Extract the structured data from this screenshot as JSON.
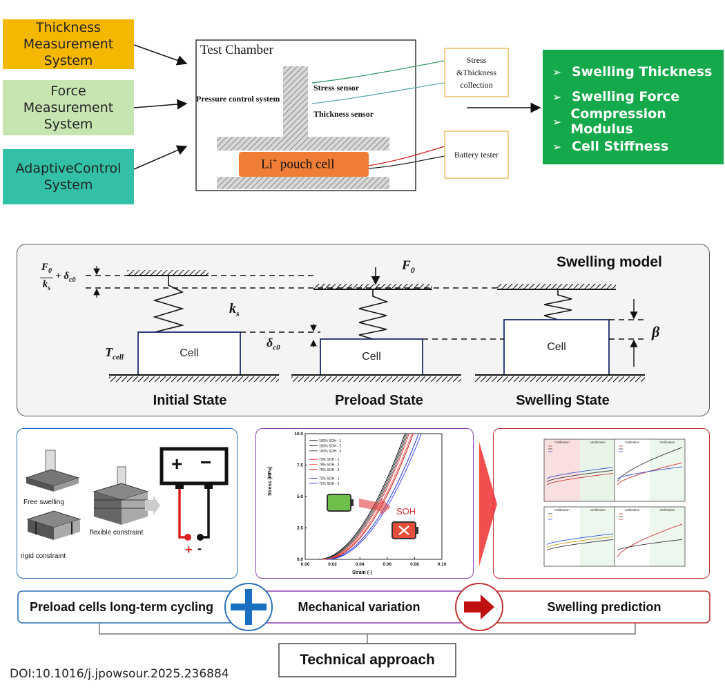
{
  "systems": [
    {
      "id": "thickness",
      "label": "Thickness\nMeasurement\nSystem",
      "color": "#f5b800"
    },
    {
      "id": "force",
      "label": "Force\nMeasurement\nSystem",
      "color": "#c7e5b0"
    },
    {
      "id": "adaptive",
      "label": "AdaptiveControl\nSystem",
      "color": "#32c1a7"
    }
  ],
  "chamber": {
    "title": "Test Chamber",
    "pressure_label": "Pressure control system",
    "stress_sensor": "Stress sensor",
    "thickness_sensor": "Thickness sensor",
    "cell_label": "Li",
    "cell_sup": "+",
    "cell_suffix": " pouch cell"
  },
  "collection_box": "Stress\n&Thickness\ncollection",
  "battery_tester": "Battery tester",
  "results": {
    "bg": "#14a94a",
    "items": [
      "Swelling Thickness",
      "Swelling Force",
      "Compression Modulus",
      "Cell Stiffness"
    ]
  },
  "swelling_model": {
    "title": "Swelling model",
    "f0_over_ks": "F",
    "f0_sub": "0",
    "ks_den": "k",
    "ks_sub": "s",
    "plus_delta": "+ δ",
    "delta_sub": "c0",
    "k_label": "k",
    "k_sub": "s",
    "t_label": "T",
    "t_sub": "cell",
    "delta_label": "δ",
    "delta_label_sub": "c0",
    "beta": "β",
    "f0_label": "F",
    "f0_label_sub": "0",
    "cell": "Cell",
    "states": [
      "Initial State",
      "Preload State",
      "Swelling State"
    ]
  },
  "fixture": {
    "free": "Free swelling",
    "flexible": "flexible constraint",
    "rigid": "rigid constraint",
    "plus": "+",
    "minus": "-",
    "battery_plus": "+",
    "battery_minus": "−"
  },
  "chart_data": {
    "type": "line",
    "xlabel": "Strain (-)",
    "ylabel": "Stress (MPa)",
    "xlim": [
      0.0,
      0.1
    ],
    "ylim": [
      0.0,
      10.0
    ],
    "xticks": [
      "0.00",
      "0.02",
      "0.04",
      "0.06",
      "0.08",
      "0.10"
    ],
    "yticks": [
      "0.0",
      "2.5",
      "5.0",
      "7.5",
      "10.0"
    ],
    "legend": [
      "100% SOH - 1",
      "100% SOH - 2",
      "100% SOH - 3",
      "79% SOH - 1",
      "79% SOH - 2",
      "79% SOH - 3",
      "72% SOH - 1",
      "72% SOH - 2"
    ],
    "soh_label": "SOH",
    "series": [
      {
        "name": "100% SOH - 1",
        "color": "#000000",
        "x0": 0.01,
        "x1": 0.073
      },
      {
        "name": "100% SOH - 2",
        "color": "#333333",
        "x0": 0.011,
        "x1": 0.074
      },
      {
        "name": "100% SOH - 3",
        "color": "#555555",
        "x0": 0.012,
        "x1": 0.075
      },
      {
        "name": "79% SOH - 1",
        "color": "#e53030",
        "x0": 0.013,
        "x1": 0.076
      },
      {
        "name": "79% SOH - 2",
        "color": "#ff6060",
        "x0": 0.014,
        "x1": 0.078
      },
      {
        "name": "79% SOH - 3",
        "color": "#c01010",
        "x0": 0.015,
        "x1": 0.079
      },
      {
        "name": "72% SOH - 1",
        "color": "#2030d0",
        "x0": 0.016,
        "x1": 0.083
      },
      {
        "name": "72% SOH - 2",
        "color": "#4050f0",
        "x0": 0.017,
        "x1": 0.085
      }
    ]
  },
  "mini_charts": [
    {
      "left": "Calibration",
      "right": "Verification"
    },
    {
      "left": "Calibration",
      "right": "Verification"
    },
    {
      "left": "Calibration",
      "right": "Verification"
    },
    {
      "left": "Calibration",
      "right": "Verification"
    }
  ],
  "approach": {
    "preload": "Preload cells long-term cycling",
    "mechanical": "Mechanical variation",
    "prediction": "Swelling prediction",
    "technical": "Technical approach"
  },
  "doi": "DOI:10.1016/j.jpowsour.2025.236884"
}
